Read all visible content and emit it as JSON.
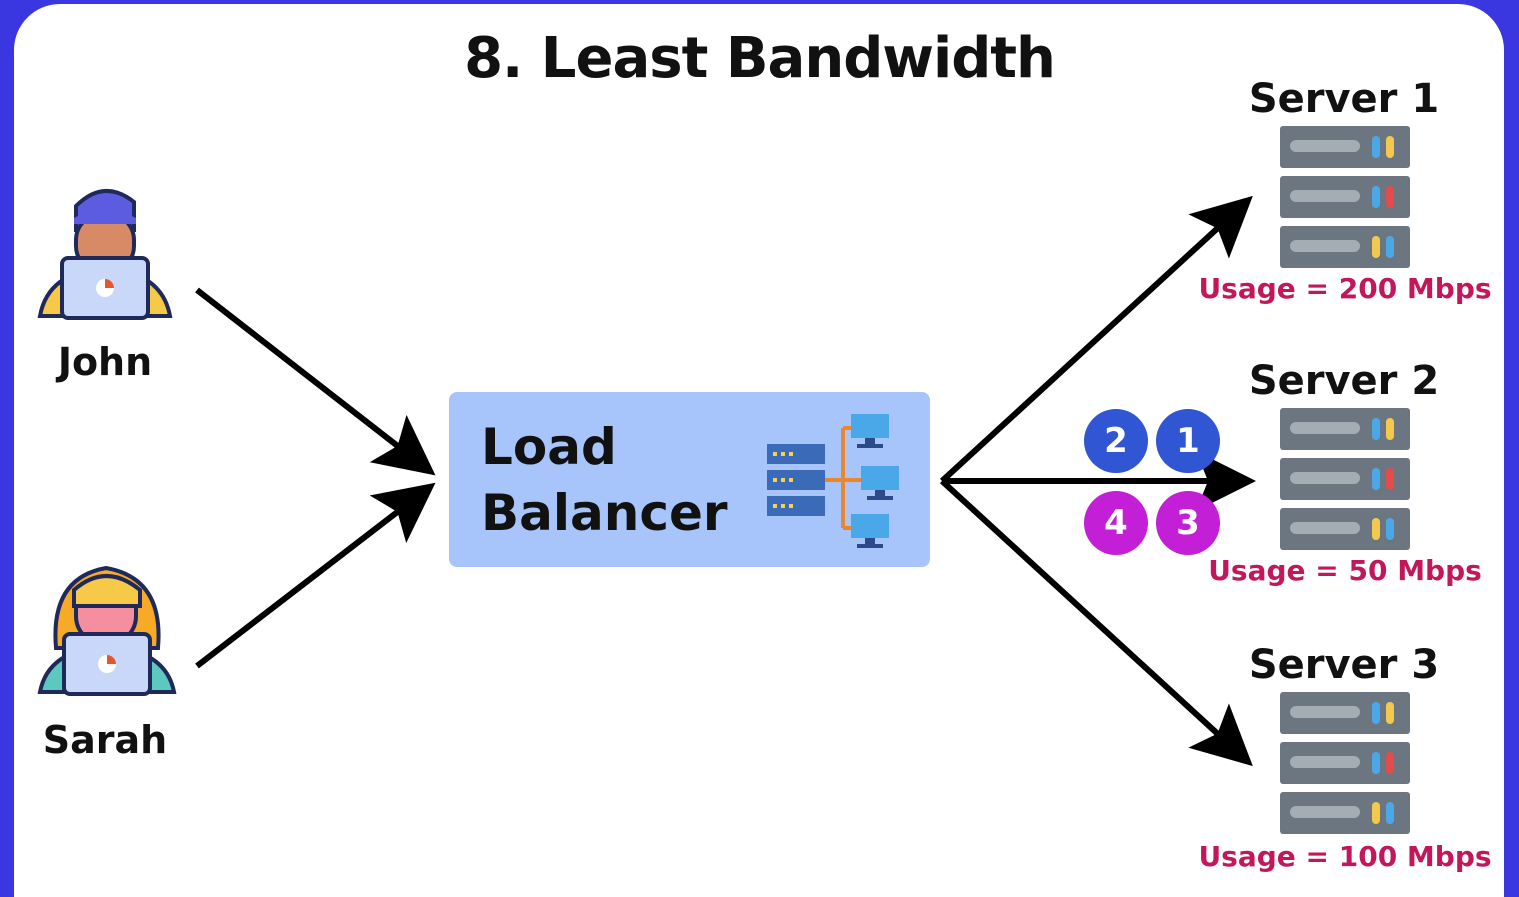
{
  "title": "8. Least Bandwidth",
  "users": [
    {
      "name": "John",
      "icon": "man-with-laptop-icon"
    },
    {
      "name": "Sarah",
      "icon": "woman-with-laptop-icon"
    }
  ],
  "load_balancer": {
    "label": "Load\nBalancer",
    "icon": "server-network-icon"
  },
  "servers": [
    {
      "name": "Server 1",
      "usage": "Usage = 200 Mbps",
      "icon": "server-rack-icon"
    },
    {
      "name": "Server 2",
      "usage": "Usage = 50 Mbps",
      "icon": "server-rack-icon"
    },
    {
      "name": "Server 3",
      "usage": "Usage = 100 Mbps",
      "icon": "server-rack-icon"
    }
  ],
  "requests": [
    {
      "number": "2",
      "color": "#3056d3"
    },
    {
      "number": "1",
      "color": "#3056d3"
    },
    {
      "number": "4",
      "color": "#c21fd6"
    },
    {
      "number": "3",
      "color": "#c21fd6"
    }
  ],
  "colors": {
    "frame": "#3a36e0",
    "load_balancer_box": "#a7c5fb",
    "usage_text": "#c2185b",
    "request_blue": "#3056d3",
    "request_purple": "#c21fd6"
  }
}
